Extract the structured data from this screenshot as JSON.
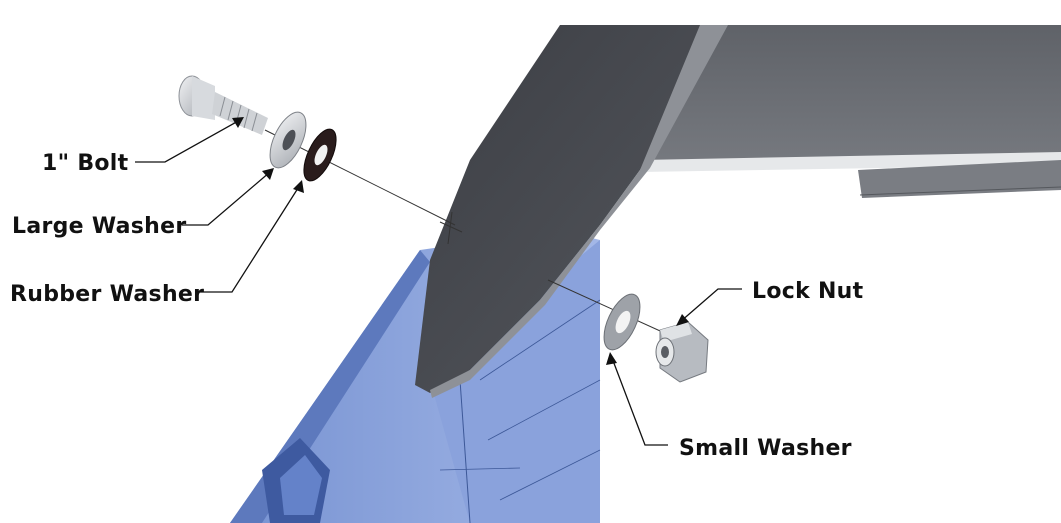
{
  "labels": {
    "bolt": "1\" Bolt",
    "large_washer": "Large Washer",
    "rubber_washer": "Rubber Washer",
    "lock_nut": "Lock Nut",
    "small_washer": "Small Washer"
  },
  "colors": {
    "blue_panel": "#7f9ad6",
    "blue_panel_dark": "#4f6fb4",
    "dark_plate": "#4a4c52",
    "dark_plate_edge": "#8b8e94",
    "gray_panel": "#6d7076",
    "metal": "#c9ccd0",
    "rubber": "#2a1c1c"
  }
}
